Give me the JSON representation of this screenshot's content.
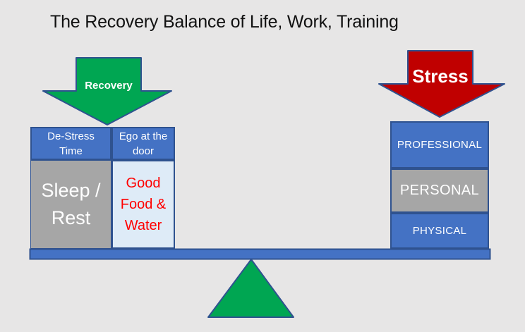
{
  "title": "The Recovery Balance of Life, Work, Training",
  "arrows": {
    "recovery": {
      "label": "Recovery"
    },
    "stress": {
      "label": "Stress"
    }
  },
  "left_stack": {
    "headers": [
      {
        "name": "de-stress-time",
        "lines": [
          "De-Stress",
          "Time"
        ]
      },
      {
        "name": "ego-at-the-door",
        "lines": [
          "Ego at the",
          "door"
        ]
      }
    ],
    "sleep_rest": {
      "lines": [
        "Sleep /",
        "Rest"
      ]
    },
    "good_food_water": {
      "lines": [
        "Good",
        "Food &",
        "Water"
      ]
    }
  },
  "right_stack": {
    "items": [
      {
        "label": "PROFESSIONAL"
      },
      {
        "label": "PERSONAL"
      },
      {
        "label": "PHYSICAL"
      }
    ]
  },
  "colors": {
    "background": "#E7E6E6",
    "blue_fill": "#4472C4",
    "dark_blue_border": "#2F528F",
    "gray_fill": "#A6A6A6",
    "light_blue_fill": "#DEEBF7",
    "green_fill": "#00A652",
    "dark_red_fill": "#C00000",
    "red_text": "#FF0000",
    "white_text": "#FFFFFF",
    "title_text": "#111111"
  }
}
